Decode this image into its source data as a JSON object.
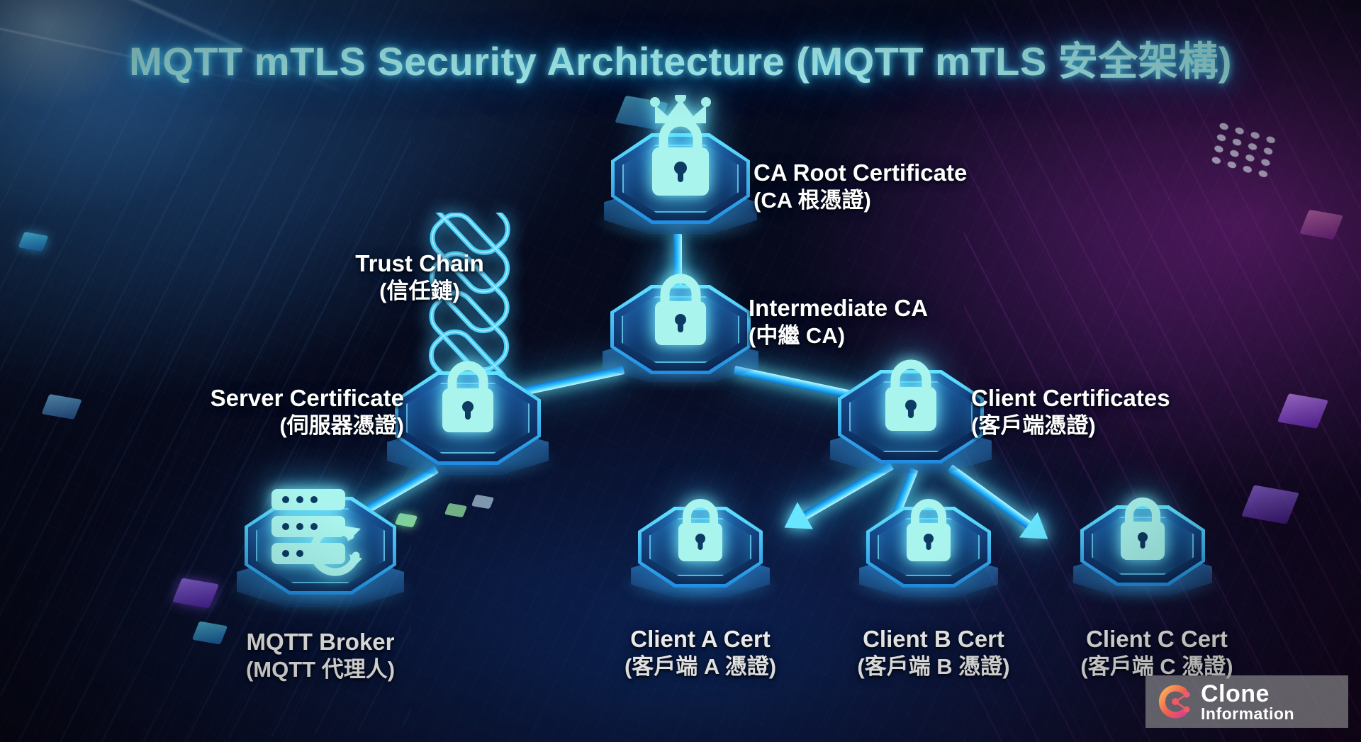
{
  "title": "MQTT mTLS Security Architecture (MQTT mTLS 安全架構)",
  "theme": {
    "title_color": "#a8f3f5",
    "glow_cyan": "#5ce6ff",
    "label_color": "#ffffff",
    "bg_left": "#0a1430",
    "bg_right": "#1a0726",
    "arrow_color": "#68e6ff"
  },
  "nodes": [
    {
      "id": "ca-root",
      "icon": "crowned-padlock-icon",
      "label_en": "CA Root Certificate",
      "label_zh": "(CA 根憑證)"
    },
    {
      "id": "intermediate-ca",
      "icon": "padlock-icon",
      "label_en": "Intermediate CA",
      "label_zh": "(中繼 CA)"
    },
    {
      "id": "server-certificate",
      "icon": "padlock-icon",
      "label_en": "Server Certificate",
      "label_zh": "(伺服器憑證)"
    },
    {
      "id": "client-certificates",
      "icon": "padlock-icon",
      "label_en": "Client Certificates",
      "label_zh": "(客戶端憑證)"
    },
    {
      "id": "mqtt-broker",
      "icon": "server-rack-sync-icon",
      "label_en": "MQTT Broker",
      "label_zh": "(MQTT 代理人)"
    },
    {
      "id": "client-a-cert",
      "icon": "padlock-icon",
      "label_en": "Client A Cert",
      "label_zh": "(客戶端 A 憑證)"
    },
    {
      "id": "client-b-cert",
      "icon": "padlock-icon",
      "label_en": "Client B Cert",
      "label_zh": "(客戶端 B 憑證)"
    },
    {
      "id": "client-c-cert",
      "icon": "padlock-icon",
      "label_en": "Client C Cert",
      "label_zh": "(客戶端 C 憑證)"
    }
  ],
  "annotations": [
    {
      "id": "trust-chain",
      "icon": "chain-link-icon",
      "label_en": "Trust Chain",
      "label_zh": "(信任鏈)"
    }
  ],
  "watermark": {
    "logo": "clone-information-logo-icon",
    "line1": "Clone",
    "line2": "Information"
  }
}
